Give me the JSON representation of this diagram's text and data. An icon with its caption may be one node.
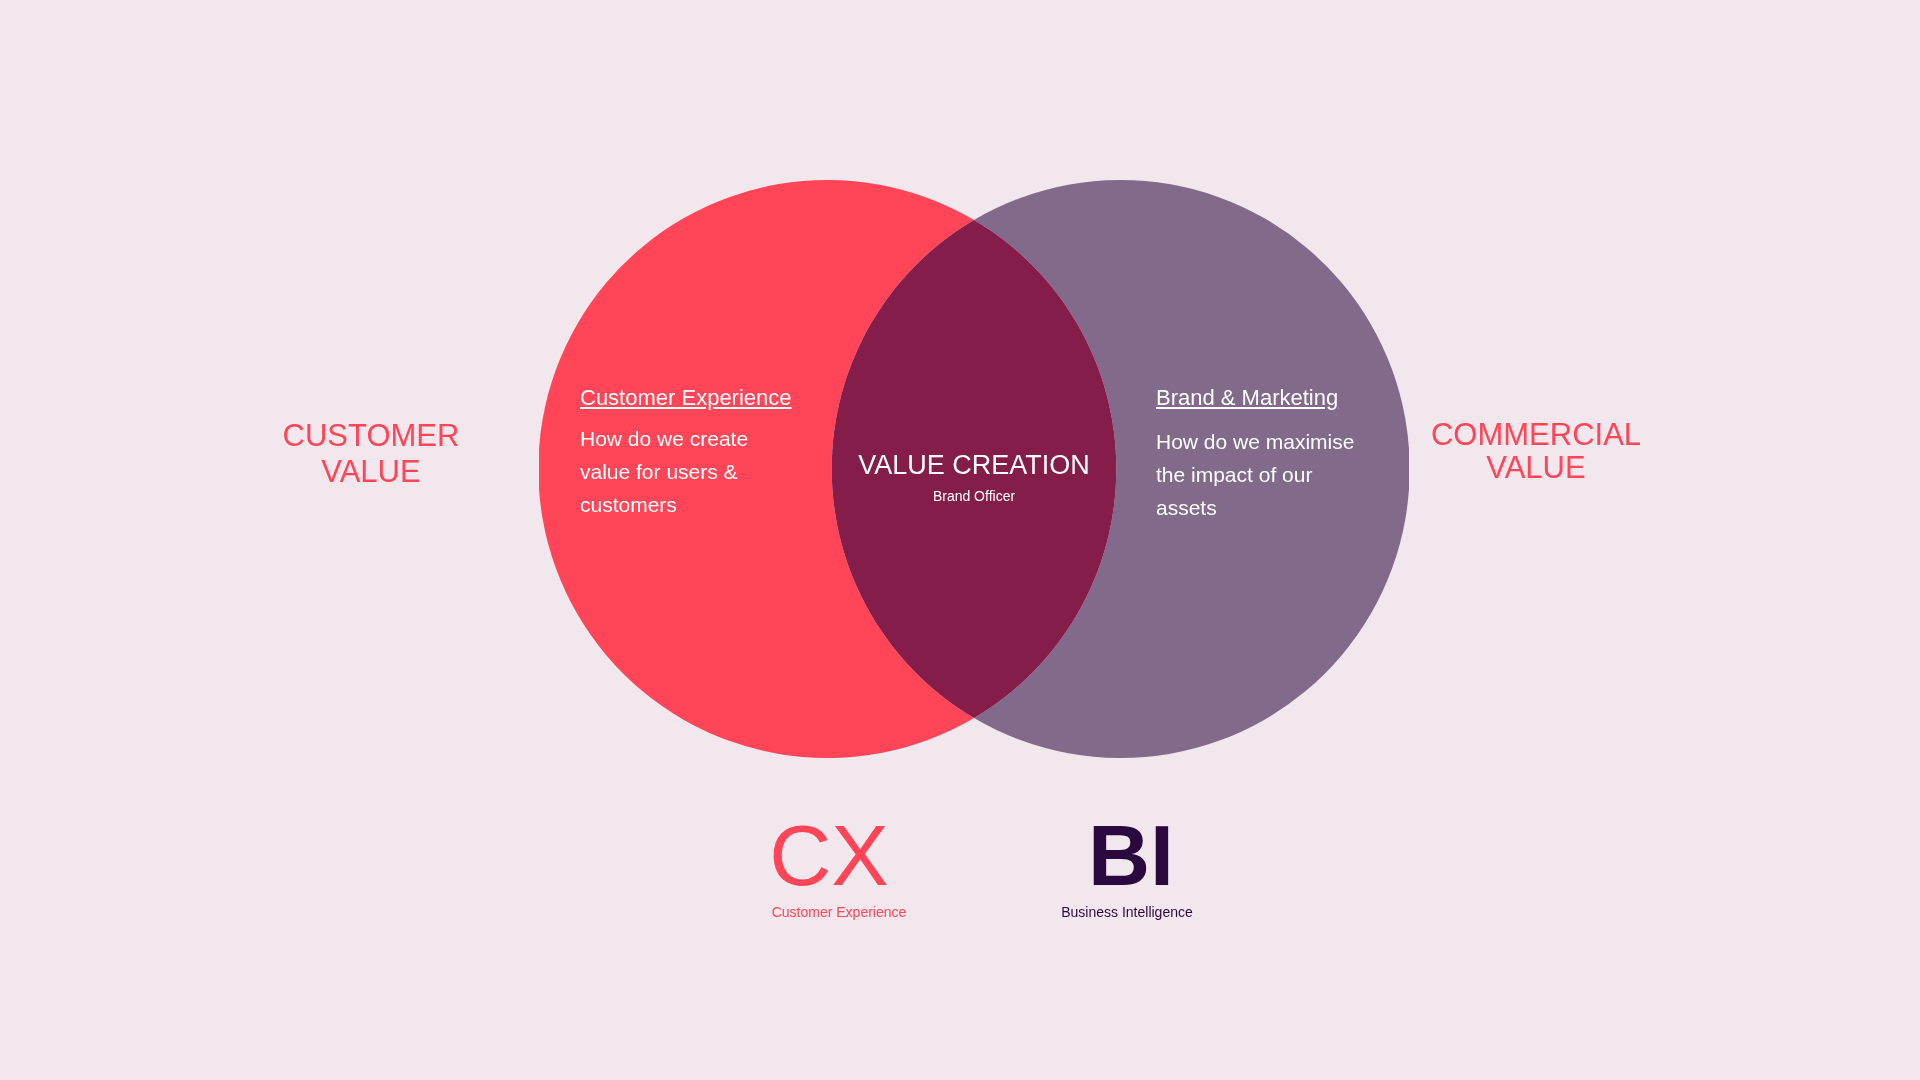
{
  "diagram": {
    "nodes": [
      {
        "text": [
          "Customer Experience",
          "How do we create value for users & customers"
        ]
      },
      {
        "text": [
          "Brand & Marketing",
          "How do we maximise the impact of our assets"
        ]
      },
      {
        "text": [
          "VALUE CREATION",
          "Brand Officer"
        ]
      }
    ],
    "labels": [
      "CUSTOMER VALUE",
      "COMMERCIAL VALUE",
      "CX",
      "BI",
      "Customer Experience",
      "Business Intelligence"
    ]
  }
}
